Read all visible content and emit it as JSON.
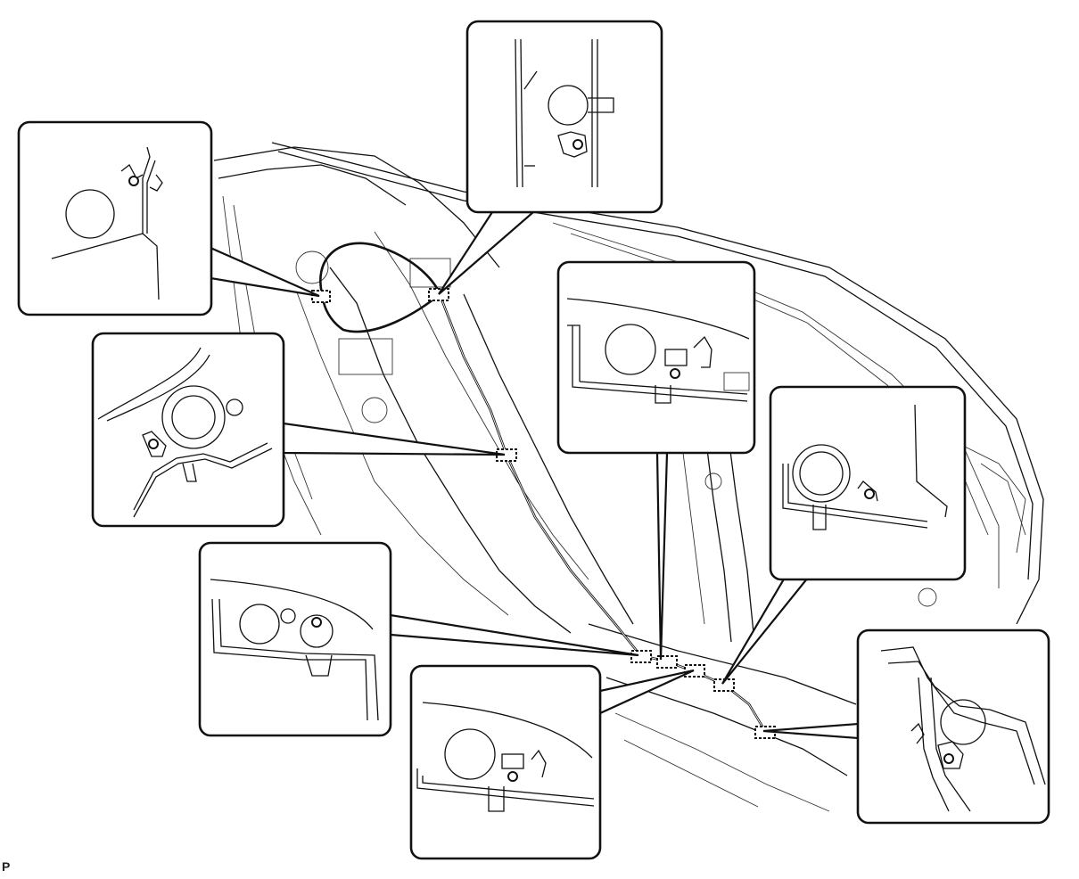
{
  "diagram": {
    "type": "wire-harness-clamp-location-illustration",
    "callout_count": 8,
    "clamp_point_count": 8
  },
  "corner_label": "P"
}
